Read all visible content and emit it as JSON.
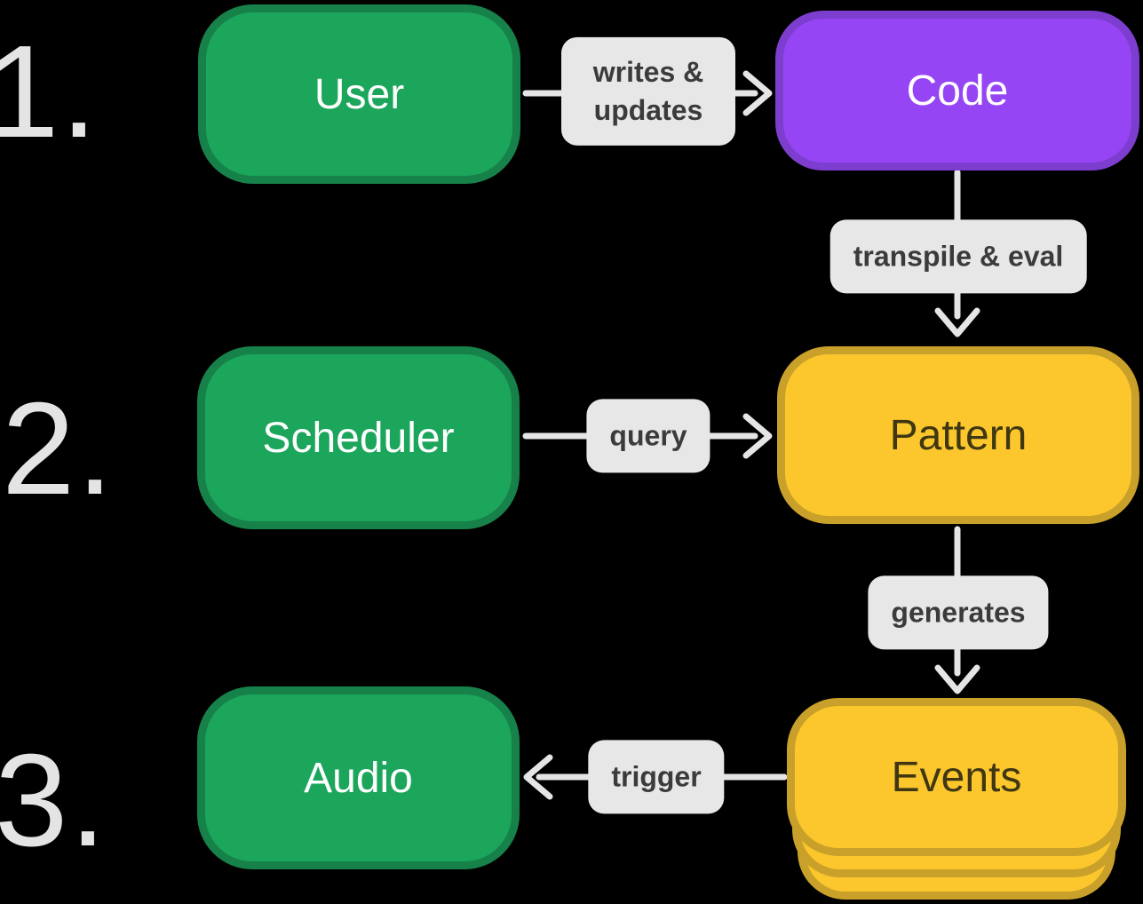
{
  "colors": {
    "bg": "#000000",
    "green-fill": "#1ba65b",
    "green-border": "#17814a",
    "purple-fill": "#9645f4",
    "purple-border": "#7d3ecf",
    "yellow-fill": "#fcc72d",
    "yellow-border": "#c9a12a",
    "label-bg": "#e7e7e7",
    "label-text": "#3b3b3b",
    "arrow": "#e5e5e5",
    "number": "#e4e4e4",
    "text-light": "#ffffff",
    "text-dark": "#3f3712"
  },
  "steps": [
    {
      "number": "1."
    },
    {
      "number": "2."
    },
    {
      "number": "3."
    }
  ],
  "nodes": [
    {
      "id": "user",
      "label": "User",
      "color": "green"
    },
    {
      "id": "code",
      "label": "Code",
      "color": "purple"
    },
    {
      "id": "scheduler",
      "label": "Scheduler",
      "color": "green"
    },
    {
      "id": "pattern",
      "label": "Pattern",
      "color": "yellow"
    },
    {
      "id": "events",
      "label": "Events",
      "color": "yellow",
      "stacked": true
    },
    {
      "id": "audio",
      "label": "Audio",
      "color": "green"
    }
  ],
  "edges": [
    {
      "from": "user",
      "to": "code",
      "label": "writes & updates"
    },
    {
      "from": "code",
      "to": "pattern",
      "label": "transpile & eval"
    },
    {
      "from": "scheduler",
      "to": "pattern",
      "label": "query"
    },
    {
      "from": "pattern",
      "to": "events",
      "label": "generates"
    },
    {
      "from": "events",
      "to": "audio",
      "label": "trigger"
    }
  ]
}
